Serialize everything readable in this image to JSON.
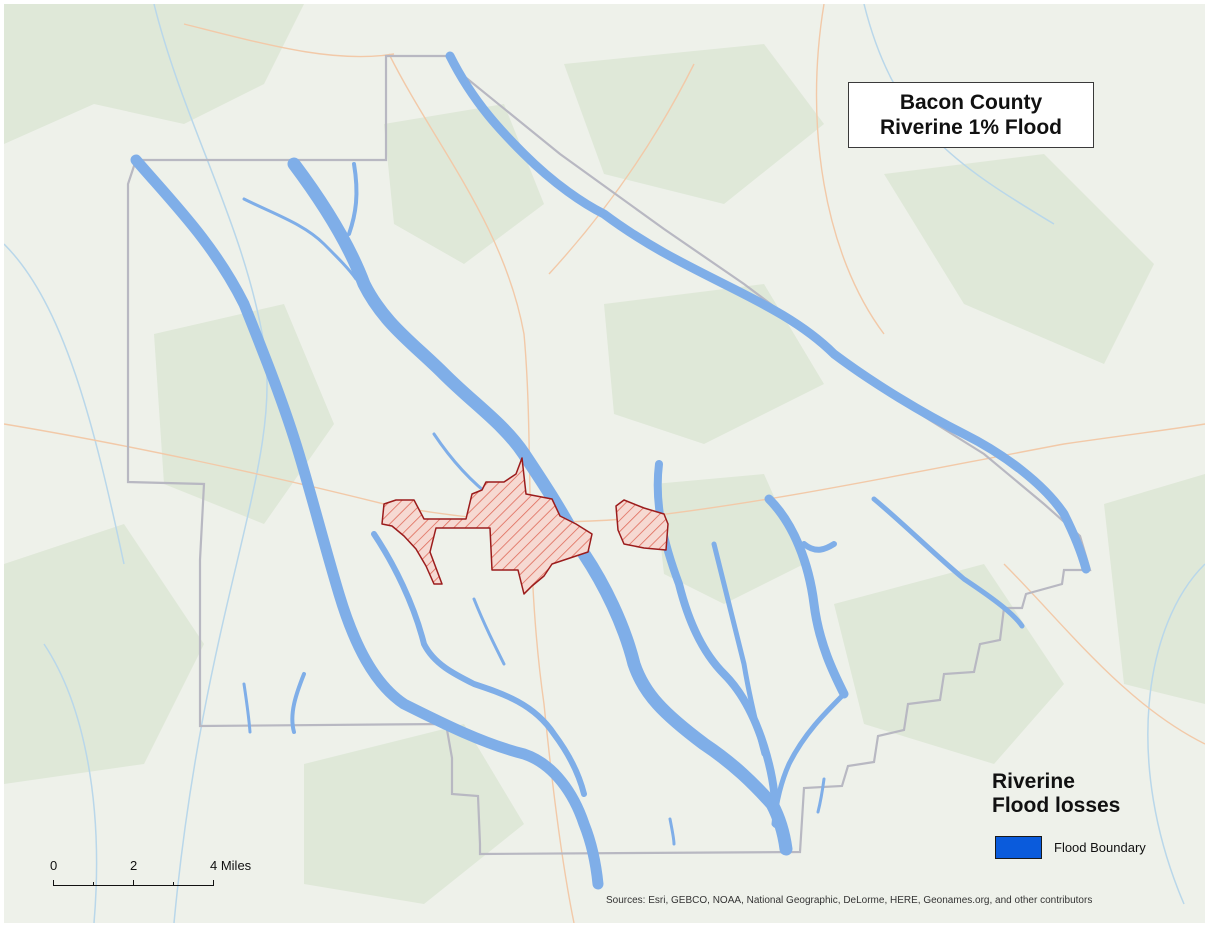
{
  "map": {
    "title_lines": [
      "Bacon County",
      "Riverine 1% Flood"
    ],
    "legend": {
      "title_lines": [
        "Riverine",
        "Flood losses"
      ],
      "items": [
        {
          "label": "Flood Boundary",
          "color": "#0a5bdc"
        }
      ]
    },
    "scale_bar": {
      "labels": [
        "0",
        "2",
        "4 Miles"
      ]
    },
    "credits": "Sources: Esri, GEBCO, NOAA, National Geographic, DeLorme, HERE, Geonames.org, and other contributors",
    "colors": {
      "basemap_land": "#eef1ea",
      "basemap_forest": "#dfe8d8",
      "flood_fill": "#7faee8",
      "flood_stroke": "#5c8fd6",
      "county_boundary": "#b8b8c2",
      "city_outline": "#9b1c1c",
      "city_hatch": "#e06a5a",
      "roads": "#f2c9a8",
      "water_lines": "#b9d7ea"
    },
    "icons": [
      "city-hatch-pattern"
    ]
  }
}
